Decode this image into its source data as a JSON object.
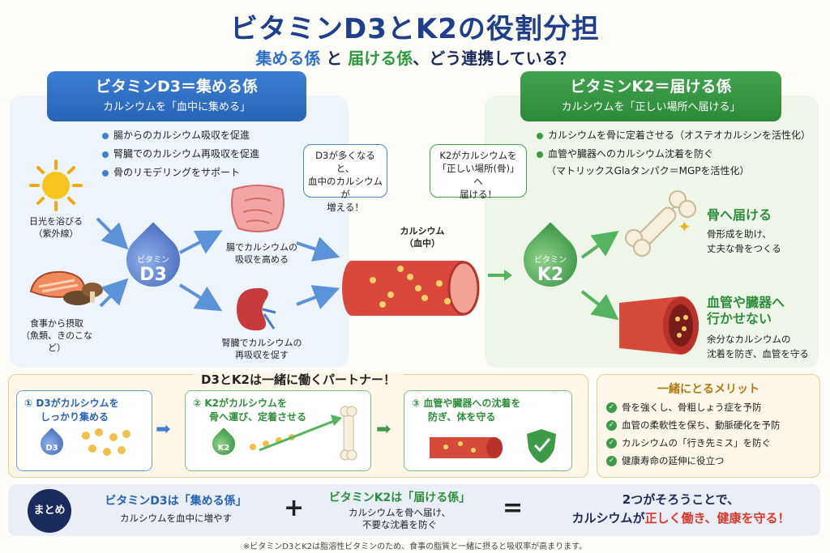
{
  "title": "ビタミンD3とK2の役割分担",
  "subtitle": {
    "pre": "集める係",
    "mid": " と ",
    "post": "届ける係",
    "tail": "、どう連携している？"
  },
  "left": {
    "header": "ビタミンD3＝集める係",
    "subheader": "カルシウムを「血中に集める」",
    "bullets": [
      "腸からのカルシウム吸収を促進",
      "腎臓でのカルシウム再吸収を促進",
      "骨のリモデリングをサポート"
    ],
    "sun_label": [
      "日光を浴びる",
      "（紫外線）"
    ],
    "food_label": [
      "食事から摂取",
      "（魚類、きのこなど）"
    ],
    "drop_label": "ビタミン",
    "drop_name": "D3",
    "intestine_label": [
      "腸でカルシウムの",
      "吸収を高める"
    ],
    "kidney_label": [
      "腎臓でカルシウムの",
      "再吸収を促す"
    ],
    "bubble": [
      "D3が多くなると、",
      "血中のカルシウムが",
      "増える！"
    ]
  },
  "center": {
    "vessel_label": [
      "カルシウム",
      "（血中）"
    ]
  },
  "right": {
    "header": "ビタミンK2＝届ける係",
    "subheader": "カルシウムを「正しい場所へ届ける」",
    "bullets": [
      "カルシウムを骨に定着させる（オステオカルシンを活性化）",
      "血管や臓器へのカルシウム沈着を防ぐ"
    ],
    "bullet_sub": "（マトリックスGlaタンパク＝MGPを活性化）",
    "bubble": [
      "K2がカルシウムを",
      "「正しい場所(骨)」へ",
      "届ける！"
    ],
    "drop_label": "ビタミン",
    "drop_name": "K2",
    "bone_title": "骨へ届ける",
    "bone_desc": [
      "骨形成を助け、",
      "丈夫な骨をつくる"
    ],
    "vessel_title": [
      "血管や臓器へ",
      "行かせない"
    ],
    "vessel_desc": [
      "余分なカルシウムの",
      "沈着を防ぎ、血管を守る"
    ]
  },
  "partner": {
    "title": "D3とK2は一緒に働くパートナー！",
    "steps": [
      {
        "n": "①",
        "text": [
          "D3がカルシウムを",
          "しっかり集める"
        ],
        "icon": "D3"
      },
      {
        "n": "②",
        "text": [
          "K2がカルシウムを",
          "骨へ運び、定着させる"
        ],
        "icon": "K2"
      },
      {
        "n": "③",
        "text": [
          "血管や臓器への沈着を",
          "防ぎ、体を守る"
        ]
      }
    ]
  },
  "benefits": {
    "title": "一緒にとるメリット",
    "items": [
      "骨を強くし、骨粗しょう症を予防",
      "血管の柔軟性を保ち、動脈硬化を予防",
      "カルシウムの「行き先ミス」を防ぐ",
      "健康寿命の延伸に役立つ"
    ]
  },
  "summary": {
    "badge": "まとめ",
    "d3_title": "ビタミンD3は「集める係」",
    "d3_desc": "カルシウムを血中に増やす",
    "plus": "+",
    "k2_title": "ビタミンK2は「届ける係」",
    "k2_desc": [
      "カルシウムを骨へ届け、",
      "不要な沈着を防ぐ"
    ],
    "equals": "=",
    "result_1": "2つがそろうことで、",
    "result_2a": "カルシウムが",
    "result_2b": "正しく働き、健康を守る！"
  },
  "footnote": "※ビタミンD3とK2は脂溶性ビタミンのため、食事の脂質と一緒に摂ると吸収率が高まります。",
  "colors": {
    "blue": "#2763b5",
    "green": "#2e8f3a",
    "navy": "#1d2b5a",
    "red": "#d93a2b"
  }
}
